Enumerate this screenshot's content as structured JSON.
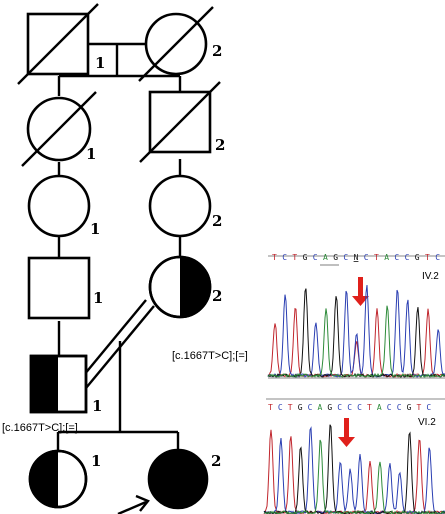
{
  "pedigree": {
    "individuals": [
      {
        "id": "I-1",
        "label": "1",
        "sex": "male",
        "deceased": true,
        "affection": "unaffected"
      },
      {
        "id": "I-2",
        "label": "2",
        "sex": "female",
        "deceased": true,
        "affection": "unaffected"
      },
      {
        "id": "II-1",
        "label": "1",
        "sex": "female",
        "deceased": true,
        "affection": "unaffected"
      },
      {
        "id": "II-2",
        "label": "2",
        "sex": "male",
        "deceased": true,
        "affection": "unaffected"
      },
      {
        "id": "III-1",
        "label": "1",
        "sex": "female",
        "deceased": false,
        "affection": "unaffected"
      },
      {
        "id": "III-2",
        "label": "2",
        "sex": "female",
        "deceased": false,
        "affection": "unaffected"
      },
      {
        "id": "IV-1",
        "label": "1",
        "sex": "male",
        "deceased": false,
        "affection": "unaffected"
      },
      {
        "id": "IV-2",
        "label": "2",
        "sex": "female",
        "deceased": false,
        "affection": "carrier",
        "genotype": "[c.1667T>C];[=]"
      },
      {
        "id": "V-1",
        "label": "1",
        "sex": "male",
        "deceased": false,
        "affection": "carrier",
        "genotype": "[c.1667T>C];[=]"
      },
      {
        "id": "VI-1",
        "label": "1",
        "sex": "female",
        "deceased": false,
        "affection": "carrier"
      },
      {
        "id": "VI-2",
        "label": "2",
        "sex": "female",
        "deceased": false,
        "affection": "affected",
        "proband": true
      }
    ],
    "consanguineous_union": [
      "IV-2",
      "V-1"
    ]
  },
  "sequencing": {
    "panels": [
      {
        "id": "IV.2",
        "label": "IV.2",
        "sequence": "TCTGCAGCNCTACCGTC",
        "variant_index": 8,
        "zygosity": "heterozygous"
      },
      {
        "id": "VI.2",
        "label": "VI.2",
        "sequence": "TCTGCAGCCCTACCGTC",
        "variant_index": 8,
        "zygosity": "homozygous"
      }
    ],
    "base_colors": {
      "T": "#c0262d",
      "C": "#2b3fb2",
      "G": "#111111",
      "A": "#2e8b3a",
      "N": "#111111"
    },
    "arrow_color": "#e0201b"
  },
  "colors": {
    "ink": "#000000",
    "background": "#ffffff"
  }
}
